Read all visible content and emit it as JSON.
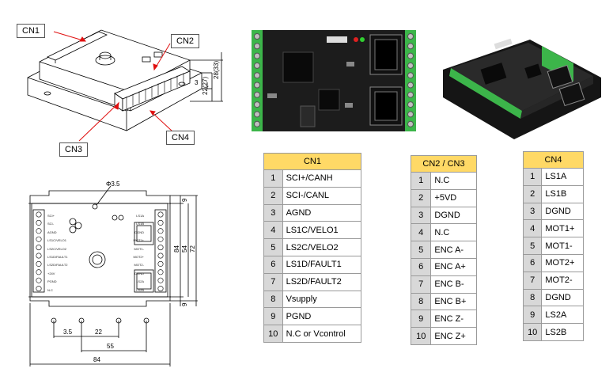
{
  "callouts": {
    "cn1": "CN1",
    "cn2": "CN2",
    "cn3": "CN3",
    "cn4": "CN4"
  },
  "iso_dims": {
    "d1": "3",
    "d2": "22(27)",
    "d3": "28(33)"
  },
  "plan_dims": {
    "hole": "Φ3.5",
    "h9_top": "9",
    "h84": "84",
    "h54": "54",
    "h72": "72",
    "h9_bot": "9",
    "w35": "3.5",
    "w22": "22",
    "w55": "55",
    "w84": "84"
  },
  "board_left_labels": [
    "SCI+",
    "SCI-",
    "AGND",
    "LS1C/VELO1",
    "LS2C/VELO2",
    "LS1D/FAULT1",
    "LS2D/FAULT2",
    "+24V",
    "PGND",
    "N.C"
  ],
  "board_right_labels": [
    "LS1A",
    "LS1B",
    "DGND",
    "MOT1+",
    "MOT1-",
    "MOT2+",
    "MOT2-",
    "DGND",
    "LS2A",
    "LS2B"
  ],
  "cn1": {
    "title": "CN1",
    "rows": [
      {
        "n": "1",
        "s": "SCI+/CANH"
      },
      {
        "n": "2",
        "s": "SCI-/CANL"
      },
      {
        "n": "3",
        "s": "AGND"
      },
      {
        "n": "4",
        "s": "LS1C/VELO1"
      },
      {
        "n": "5",
        "s": "LS2C/VELO2"
      },
      {
        "n": "6",
        "s": "LS1D/FAULT1"
      },
      {
        "n": "7",
        "s": "LS2D/FAULT2"
      },
      {
        "n": "8",
        "s": "Vsupply"
      },
      {
        "n": "9",
        "s": "PGND"
      },
      {
        "n": "10",
        "s": "N.C or Vcontrol"
      }
    ]
  },
  "cn23": {
    "title": "CN2 / CN3",
    "rows": [
      {
        "n": "1",
        "s": "N.C"
      },
      {
        "n": "2",
        "s": "+5VD"
      },
      {
        "n": "3",
        "s": "DGND"
      },
      {
        "n": "4",
        "s": "N.C"
      },
      {
        "n": "5",
        "s": "ENC A-"
      },
      {
        "n": "6",
        "s": "ENC A+"
      },
      {
        "n": "7",
        "s": "ENC B-"
      },
      {
        "n": "8",
        "s": "ENC B+"
      },
      {
        "n": "9",
        "s": "ENC Z-"
      },
      {
        "n": "10",
        "s": "ENC Z+"
      }
    ]
  },
  "cn4": {
    "title": "CN4",
    "rows": [
      {
        "n": "1",
        "s": "LS1A"
      },
      {
        "n": "2",
        "s": "LS1B"
      },
      {
        "n": "3",
        "s": "DGND"
      },
      {
        "n": "4",
        "s": "MOT1+"
      },
      {
        "n": "5",
        "s": "MOT1-"
      },
      {
        "n": "6",
        "s": "MOT2+"
      },
      {
        "n": "7",
        "s": "MOT2-"
      },
      {
        "n": "8",
        "s": "DGND"
      },
      {
        "n": "9",
        "s": "LS2A"
      },
      {
        "n": "10",
        "s": "LS2B"
      }
    ]
  },
  "colors": {
    "header": "#ffd966",
    "number_cell": "#d8d8d8",
    "pcb": "#1e1e1e",
    "terminal": "#3cb54a",
    "callout_line": "#e01010"
  }
}
